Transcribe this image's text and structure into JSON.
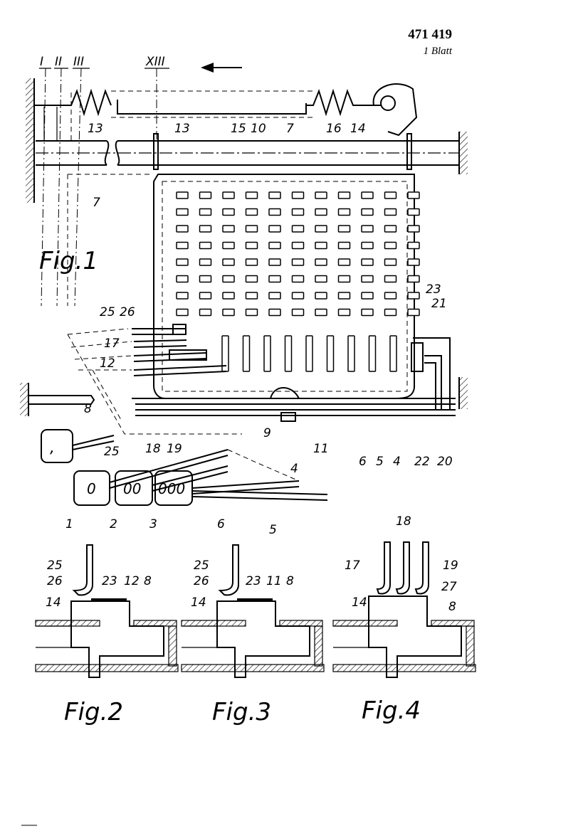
{
  "header": {
    "patent_number": "471 419",
    "sheet_count": "1 Blatt"
  },
  "figures": {
    "fig1": "Fig.1",
    "fig2": "Fig.2",
    "fig3": "Fig.3",
    "fig4": "Fig.4"
  },
  "roman_labels": [
    "I",
    "II",
    "III",
    "XIII"
  ],
  "keys": [
    "0",
    "00",
    "000",
    ","
  ],
  "reference_numerals": {
    "fig1": [
      "13",
      "13",
      "15",
      "10",
      "7",
      "16",
      "14",
      "7",
      "23",
      "21",
      "25",
      "26",
      "17",
      "12",
      "8",
      "18",
      "19",
      "9",
      "11",
      "6",
      "5",
      "4",
      "22",
      "20",
      "25",
      "4",
      "1",
      "2",
      "3",
      "6",
      "5"
    ],
    "fig2": [
      "25",
      "26",
      "23",
      "12",
      "8",
      "14"
    ],
    "fig3": [
      "25",
      "26",
      "23",
      "11",
      "8",
      "14"
    ],
    "fig4": [
      "17",
      "18",
      "19",
      "27",
      "8",
      "14"
    ]
  }
}
